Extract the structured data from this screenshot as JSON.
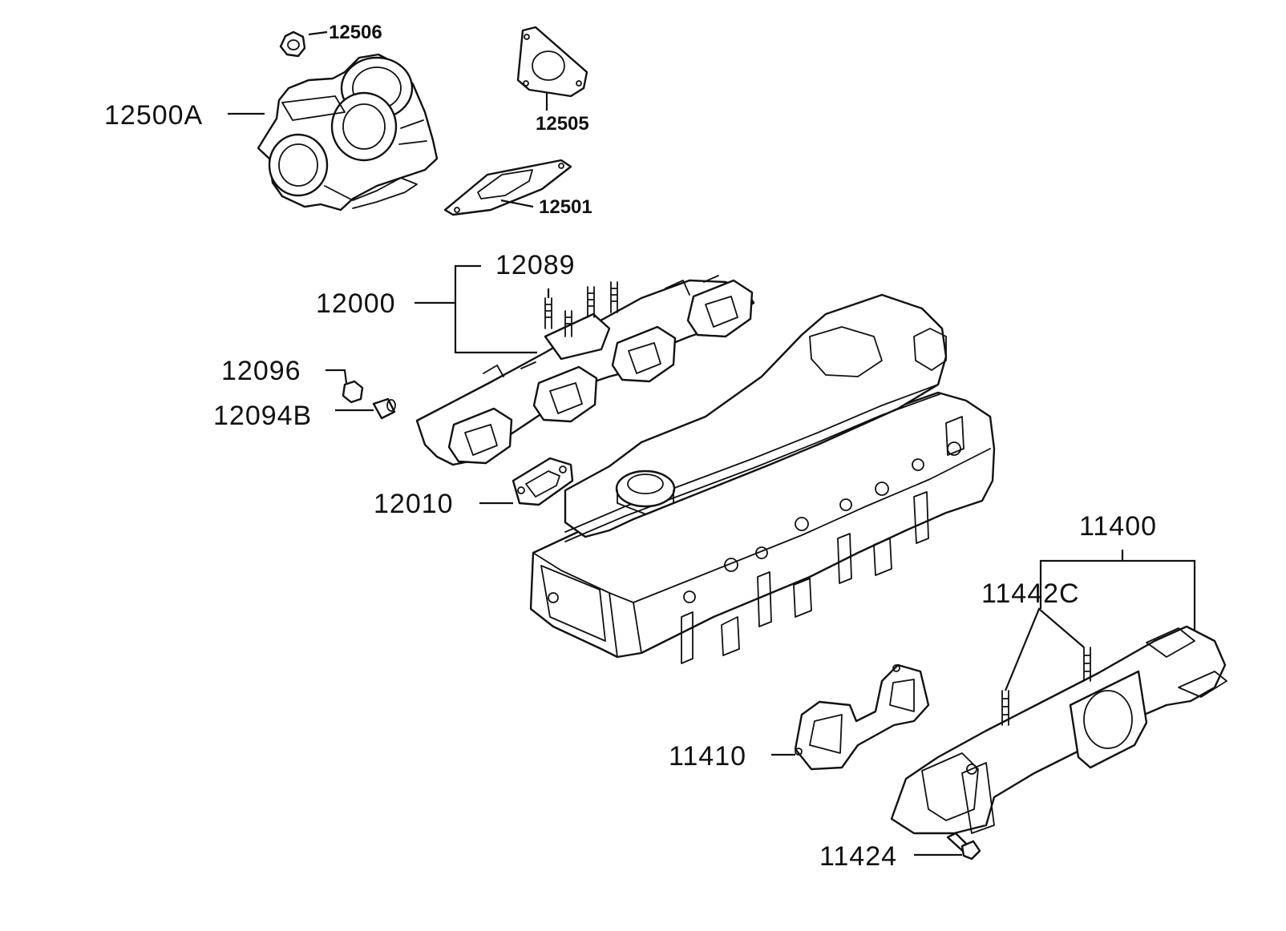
{
  "labels": {
    "p12506": "12506",
    "p12500A": "12500A",
    "p12505": "12505",
    "p12501": "12501",
    "p12089": "12089",
    "p12000": "12000",
    "p12096": "12096",
    "p12094B": "12094B",
    "p12010": "12010",
    "p11400": "11400",
    "p11442C": "11442C",
    "p11410": "11410",
    "p11424": "11424"
  },
  "parts": [
    {
      "id": "12506",
      "icon": "nut-icon"
    },
    {
      "id": "12500A",
      "icon": "turbocharger-icon"
    },
    {
      "id": "12505",
      "icon": "triangular-gasket-icon"
    },
    {
      "id": "12501",
      "icon": "flat-gasket-icon"
    },
    {
      "id": "12089",
      "icon": "stud-icon"
    },
    {
      "id": "12000",
      "icon": "exhaust-manifold-icon"
    },
    {
      "id": "12096",
      "icon": "nut-icon"
    },
    {
      "id": "12094B",
      "icon": "sleeve-icon"
    },
    {
      "id": "12010",
      "icon": "gasket-icon"
    },
    {
      "id": "11400",
      "icon": "intake-manifold-icon"
    },
    {
      "id": "11442C",
      "icon": "stud-icon"
    },
    {
      "id": "11410",
      "icon": "intake-gasket-icon"
    },
    {
      "id": "11424",
      "icon": "bolt-icon"
    }
  ],
  "colors": {
    "ink": "#111111",
    "background": "#ffffff"
  }
}
